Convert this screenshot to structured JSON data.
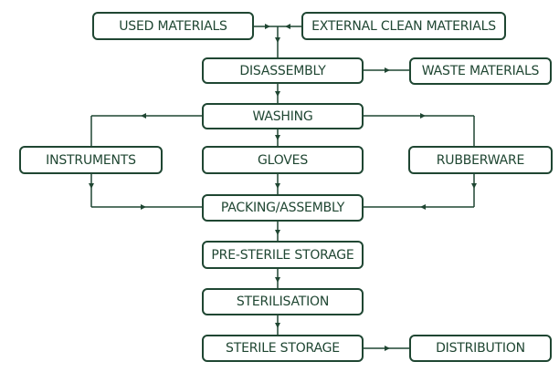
{
  "diagram": {
    "nodes": {
      "used_materials": "USED MATERIALS",
      "external_clean_materials": "EXTERNAL CLEAN MATERIALS",
      "disassembly": "DISASSEMBLY",
      "waste_materials": "WASTE MATERIALS",
      "washing": "WASHING",
      "instruments": "INSTRUMENTS",
      "gloves": "GLOVES",
      "rubberware": "RUBBERWARE",
      "packing_assembly": "PACKING/ASSEMBLY",
      "pre_sterile_storage": "PRE-STERILE STORAGE",
      "sterilisation": "STERILISATION",
      "sterile_storage": "STERILE STORAGE",
      "distribution": "DISTRIBUTION"
    },
    "edges": [
      [
        "used_materials",
        "disassembly"
      ],
      [
        "external_clean_materials",
        "disassembly"
      ],
      [
        "disassembly",
        "waste_materials"
      ],
      [
        "disassembly",
        "washing"
      ],
      [
        "washing",
        "instruments"
      ],
      [
        "washing",
        "gloves"
      ],
      [
        "washing",
        "rubberware"
      ],
      [
        "instruments",
        "packing_assembly"
      ],
      [
        "gloves",
        "packing_assembly"
      ],
      [
        "rubberware",
        "packing_assembly"
      ],
      [
        "packing_assembly",
        "pre_sterile_storage"
      ],
      [
        "pre_sterile_storage",
        "sterilisation"
      ],
      [
        "sterilisation",
        "sterile_storage"
      ],
      [
        "sterile_storage",
        "distribution"
      ]
    ],
    "colors": {
      "line": "#1f4632",
      "text": "#1f4632",
      "background": "#ffffff"
    }
  }
}
